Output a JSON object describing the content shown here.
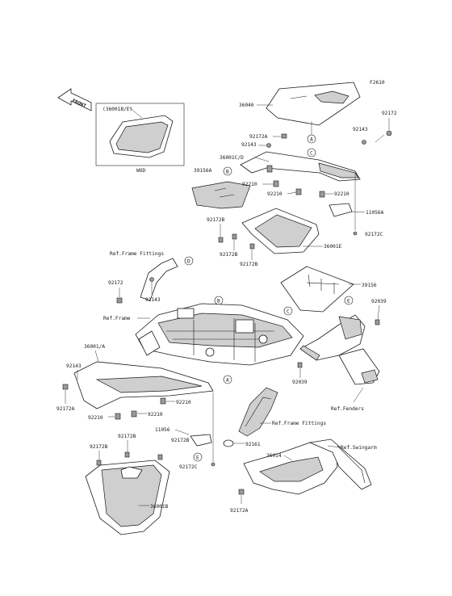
{
  "diagram": {
    "figure_code": "F2610",
    "front_label": "FRONT",
    "inset": {
      "label": "(36001B/E)",
      "sublabel": "WOD"
    },
    "part_labels": {
      "p36040": "36040",
      "p92172_top": "92172",
      "p92143_right": "92143",
      "p92172A_top": "92172A",
      "p92143_top": "92143",
      "p36001CD": "36001C/D",
      "p39156A": "39156A",
      "p92210_a": "92210",
      "p92210_b": "92210",
      "p92210_c": "92210",
      "p11056A": "11056A",
      "p92172B_a": "92172B",
      "p92172C_top": "92172C",
      "p92172B_b": "92172B",
      "p92172B_c": "92172B",
      "p36001E": "36001E",
      "ref_frame_fittings_top": "Ref.Frame Fittings",
      "p39156": "39156",
      "p92172_mid": "92172",
      "p92143_mid": "92143",
      "p92039_a": "92039",
      "ref_frame": "Ref.Frame",
      "p36001A": "36001/A",
      "p92143_left": "92143",
      "p92172A_left": "92172A",
      "p92210_d": "92210",
      "p92210_e": "92210",
      "p92210_f": "92210",
      "p92039_b": "92039",
      "ref_fenders": "Ref.Fenders",
      "ref_frame_fittings_bottom": "Ref.Frame Fittings",
      "p11056": "11056",
      "p92172B_d": "92172B",
      "p92172B_e": "92172B",
      "p92172B_f": "92172B",
      "p92161": "92161",
      "p36014": "36014",
      "ref_swingarm": "Ref.Swingarm",
      "p92172C_bottom": "92172C",
      "p36001B": "36001B",
      "p92172A_bottom": "92172A"
    },
    "callouts": {
      "A": "A",
      "B": "B",
      "C": "C",
      "D": "D",
      "E": "E"
    }
  }
}
